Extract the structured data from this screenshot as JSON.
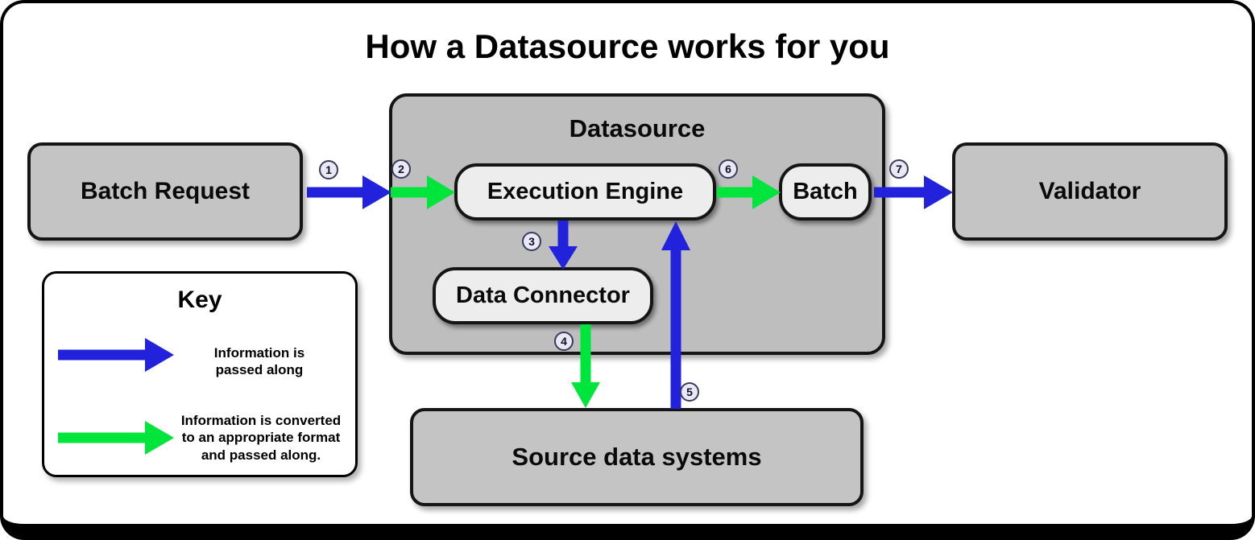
{
  "title": "How a Datasource works for you",
  "colors": {
    "blue": "#2222DD",
    "green": "#00E53C",
    "node_fill": "#C4C4C4",
    "container_fill": "#BEBEBE",
    "inner_fill": "#EDEDED",
    "border": "#151515",
    "badge_fill": "#E9E9F5",
    "badge_border": "#3A3A5C",
    "page_bg": "#FFFFFF"
  },
  "nodes": {
    "batch_request": {
      "label": "Batch Request"
    },
    "datasource": {
      "label": "Datasource"
    },
    "execution_engine": {
      "label": "Execution Engine"
    },
    "data_connector": {
      "label": "Data Connector"
    },
    "batch": {
      "label": "Batch"
    },
    "validator": {
      "label": "Validator"
    },
    "source_data_systems": {
      "label": "Source data systems"
    }
  },
  "edges": [
    {
      "step": "1",
      "from": "Batch Request",
      "to": "Datasource",
      "style": "blue-passed-along"
    },
    {
      "step": "2",
      "from": "Datasource",
      "to": "Execution Engine",
      "style": "green-converted"
    },
    {
      "step": "3",
      "from": "Execution Engine",
      "to": "Data Connector",
      "style": "blue-passed-along"
    },
    {
      "step": "4",
      "from": "Data Connector",
      "to": "Source data systems",
      "style": "green-converted"
    },
    {
      "step": "5",
      "from": "Source data systems",
      "to": "Execution Engine",
      "style": "blue-passed-along"
    },
    {
      "step": "6",
      "from": "Execution Engine",
      "to": "Batch",
      "style": "green-converted"
    },
    {
      "step": "7",
      "from": "Batch",
      "to": "Validator",
      "style": "blue-passed-along"
    }
  ],
  "key": {
    "title": "Key",
    "blue_arrow_label": "Information is passed along",
    "green_arrow_label": "Information is converted to an appropriate format and passed along."
  }
}
